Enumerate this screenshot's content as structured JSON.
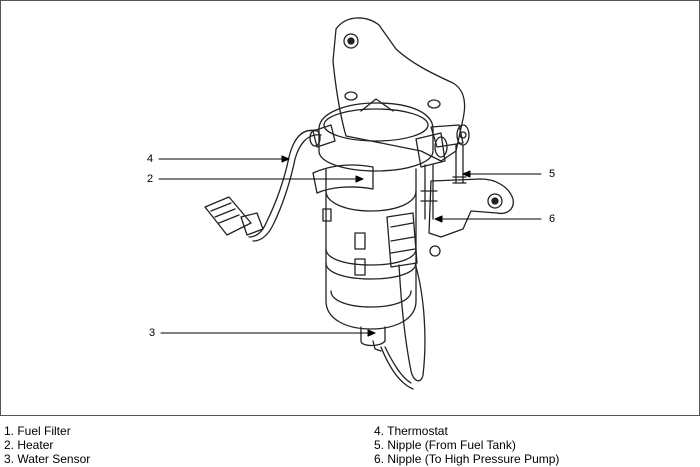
{
  "figure": {
    "callouts": [
      {
        "number": "4"
      },
      {
        "number": "2"
      },
      {
        "number": "3"
      },
      {
        "number": "5"
      },
      {
        "number": "6"
      }
    ]
  },
  "legend": {
    "left": [
      "1. Fuel Filter",
      "2. Heater",
      "3. Water Sensor"
    ],
    "right": [
      "4. Thermostat",
      "5. Nipple (From Fuel Tank)",
      "6. Nipple (To High Pressure Pump)"
    ]
  }
}
